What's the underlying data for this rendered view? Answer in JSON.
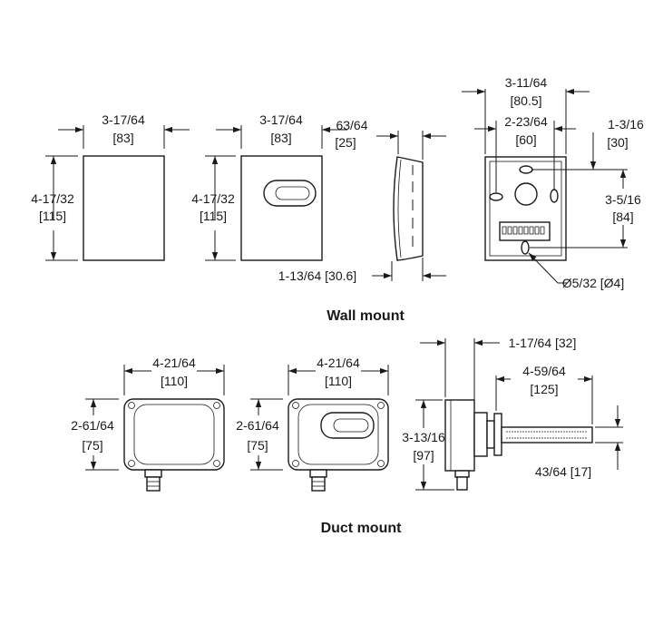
{
  "sections": {
    "wall": "Wall mount",
    "duct": "Duct mount"
  },
  "wall": {
    "front_plain": {
      "width_in": "3-17/64",
      "width_mm": "[83]",
      "height_in": "4-17/32",
      "height_mm": "[115]"
    },
    "front_display": {
      "width_in": "3-17/64",
      "width_mm": "[83]",
      "height_in": "4-17/32",
      "height_mm": "[115]"
    },
    "side": {
      "depth_in": "63/64",
      "depth_mm": "[25]",
      "base": "1-13/64 [30.6]"
    },
    "back": {
      "outer_in": "3-11/64",
      "outer_mm": "[80.5]",
      "inner_in": "2-23/64",
      "inner_mm": "[60]",
      "offset_in": "1-3/16",
      "offset_mm": "[30]",
      "hole_height_in": "3-5/16",
      "hole_height_mm": "[84]",
      "hole_dia": "Ø5/32 [Ø4]"
    }
  },
  "duct": {
    "front_plain": {
      "width_in": "4-21/64",
      "width_mm": "[110]",
      "height_in": "2-61/64",
      "height_mm": "[75]"
    },
    "front_display": {
      "width_in": "4-21/64",
      "width_mm": "[110]",
      "height_in": "2-61/64",
      "height_mm": "[75]"
    },
    "side": {
      "flange": "1-17/64 [32]",
      "probe_in": "4-59/64",
      "probe_mm": "[125]",
      "height_in": "3-13/16",
      "height_mm": "[97]",
      "probe_dia": "43/64 [17]"
    }
  }
}
